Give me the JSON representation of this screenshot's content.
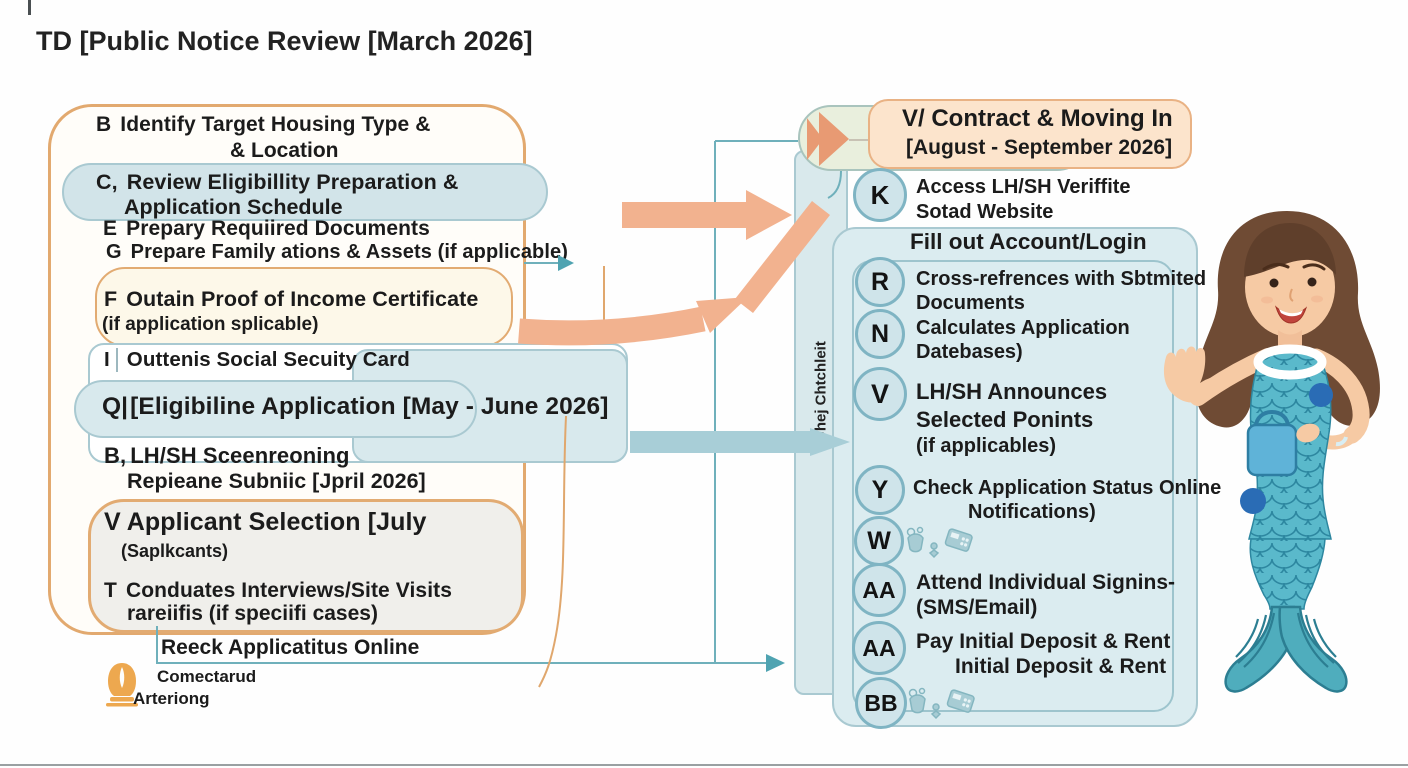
{
  "title": "TD [Public Notice Review [March 2026]",
  "left": {
    "b": {
      "key": "B",
      "line1": "Identify Target Housing Type &",
      "line2": "& Location"
    },
    "c": {
      "key": "C,",
      "line1": "Review Eligibillity Preparation &",
      "line2": "Application Schedule"
    },
    "e": {
      "key": "E",
      "text": "Prepary Requiired Documents"
    },
    "g": {
      "key": "G",
      "text": "Prepare Family ations & Assets (if applicable)"
    },
    "f": {
      "key": "F",
      "line1": "Outain Proof of Income Certificate",
      "line2": "(if application splicable)"
    },
    "i": {
      "key": "I",
      "text": "Outtenis Social Secuity Card"
    },
    "q": {
      "key": "Q|",
      "text": "[Eligibiline Application [May - June 2026]"
    },
    "b2": {
      "key": "B,",
      "line1": "LH/SH Sceenreoning",
      "line2": "Repieane Subniic [Jpril 2026]"
    },
    "v": {
      "key": "V",
      "line1": "Applicant Selection [July",
      "line2": "(Saplkcants)"
    },
    "t": {
      "key": "T",
      "line1": "Conduates Interviews/Site Visits",
      "line2": "rareiifis (if speciifi cases)"
    },
    "check_online": "Reeck Applicatitus Online",
    "footer": {
      "line1": "Comectarud",
      "line2": "Arteriong"
    }
  },
  "middle": {
    "strip_label": "Uhej Chtchleit"
  },
  "right": {
    "header": {
      "line1": "V/ Contract & Moving In",
      "line2": "[August - September 2026]"
    },
    "k": {
      "key": "K",
      "line1": "Access LH/SH Veriffite",
      "line2": "Sotad Website"
    },
    "panel_title": "Fill out Account/Login",
    "r": {
      "key": "R",
      "line1": "Cross-refrences with Sbtmited",
      "line2": "Documents"
    },
    "n": {
      "key": "N",
      "line1": "Calculates Application",
      "line2": "Datebases)"
    },
    "v": {
      "key": "V",
      "line1": "LH/SH Announces",
      "line2": "Selected Ponints",
      "line3": "(if applicables)"
    },
    "y": {
      "key": "Y",
      "line1": "Check Application Status Online",
      "line2": "Notifications)"
    },
    "w": {
      "key": "W"
    },
    "aa1": {
      "key": "AA",
      "line1": "Attend Individual Signins-",
      "line2": "(SMS/Email)"
    },
    "aa2": {
      "key": "AA",
      "line1": "Pay Initial Deposit & Rent",
      "line2": "Initial Deposit & Rent"
    },
    "bb": {
      "key": "BB"
    }
  },
  "icons": {
    "pill_icon": "double-chevron",
    "footer_icon": "lamp",
    "w_icons": "gadgets",
    "bb_icons": "gadgets"
  },
  "colors": {
    "orange_border": "#e2a96f",
    "salmon_arrow": "#f2b28f",
    "teal_line": "#6fb0bb",
    "teal_arrow": "#a8ced7",
    "panel_blue": "#dbecf0",
    "peach": "#fce4cc",
    "cream": "#fdf8e9",
    "gray_box": "#f0efeb",
    "light_blue": "#d2e4e9",
    "circle_fill": "#cfe4ea",
    "circle_border": "#7fb4c3"
  }
}
